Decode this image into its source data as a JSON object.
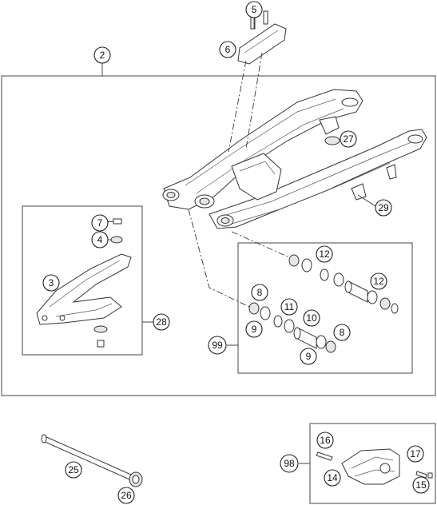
{
  "callouts": {
    "c2": "2",
    "c3": "3",
    "c4": "4",
    "c5": "5",
    "c6": "6",
    "c7": "7",
    "c8a": "8",
    "c8b": "8",
    "c9a": "9",
    "c9b": "9",
    "c10": "10",
    "c11": "11",
    "c12a": "12",
    "c12b": "12",
    "c14": "14",
    "c15": "15",
    "c16": "16",
    "c17": "17",
    "c25": "25",
    "c26": "26",
    "c27": "27",
    "c28": "28",
    "c29": "29",
    "c98": "98",
    "c99": "99"
  },
  "colors": {
    "line": "#333333",
    "part_fill": "#ffffff",
    "shade": "#e6e6e6"
  }
}
